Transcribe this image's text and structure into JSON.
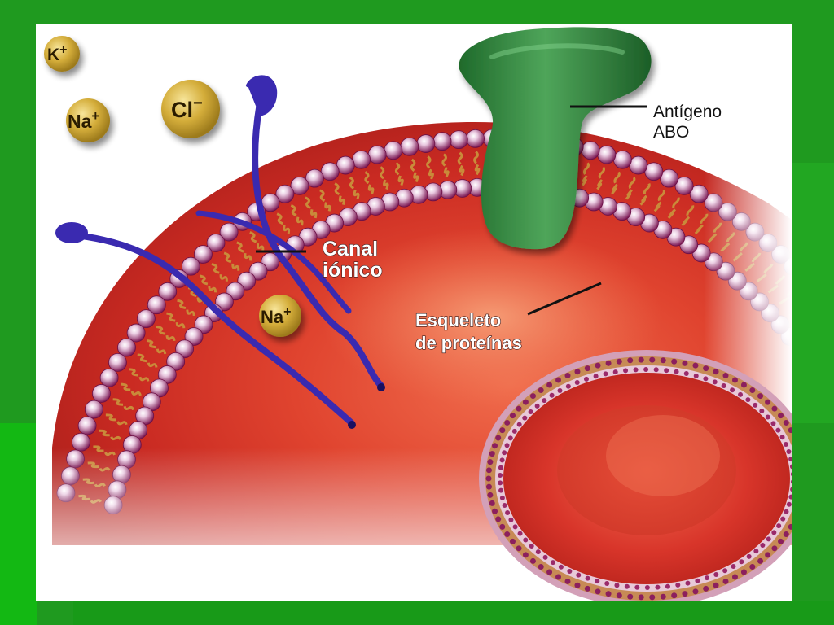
{
  "ions": {
    "k": {
      "symbol": "K",
      "charge": "+"
    },
    "na_top": {
      "symbol": "Na",
      "charge": "+"
    },
    "cl": {
      "symbol": "Cl",
      "charge": "−"
    },
    "na_inside": {
      "symbol": "Na",
      "charge": "+"
    }
  },
  "labels": {
    "antigen_line1": "Antígeno",
    "antigen_line2": "ABO",
    "channel_line1": "Canal",
    "channel_line2": "iónico",
    "skeleton_line1": "Esqueleto",
    "skeleton_line2": "de proteínas"
  },
  "colors": {
    "slide_border": "#1f9a1f",
    "cell_red": "#d8352a",
    "membrane_bead": "#8c1f5e",
    "channel_blue": "#3a2ab0",
    "antigen_green": "#2a7a35",
    "ion_gold": "#c9a227"
  }
}
